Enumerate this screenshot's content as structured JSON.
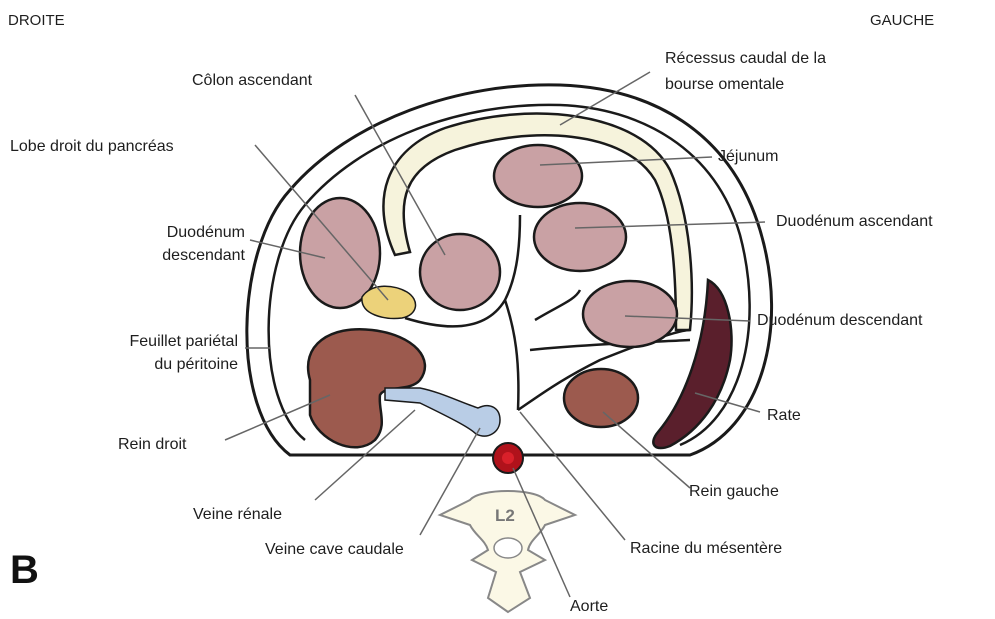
{
  "orientation": {
    "right": "DROITE",
    "left": "GAUCHE"
  },
  "panel_letter": "B",
  "vertebra_label": "L2",
  "labels": {
    "colon": "Côlon ascendant",
    "pancreas": "Lobe droit du pancréas",
    "duodenum_desc_right_1": "Duodénum",
    "duodenum_desc_right_2": "descendant",
    "parietal_1": "Feuillet pariétal",
    "parietal_2": "du péritoine",
    "rein_droit": "Rein droit",
    "veine_renale": "Veine rénale",
    "veine_cave": "Veine cave caudale",
    "recessus_1": "Récessus caudal de la",
    "recessus_2": "bourse omentale",
    "jejunum": "Jéjunum",
    "duodenum_asc": "Duodénum  ascendant",
    "duodenum_desc_left": "Duodénum  descendant",
    "rate": "Rate",
    "rein_gauche": "Rein gauche",
    "racine": "Racine du mésentère",
    "aorte": "Aorte"
  },
  "colors": {
    "outline": "#1a1a1a",
    "intestine": "#c9a1a4",
    "kidney": "#9c5a4e",
    "spleen": "#5a1f2c",
    "pancreas": "#ecd27a",
    "vein": "#b9cde6",
    "aorta": "#b0121b",
    "omental_recess": "#f6f3dc",
    "vertebra": "#fbf8e6",
    "leader": "#666666"
  }
}
